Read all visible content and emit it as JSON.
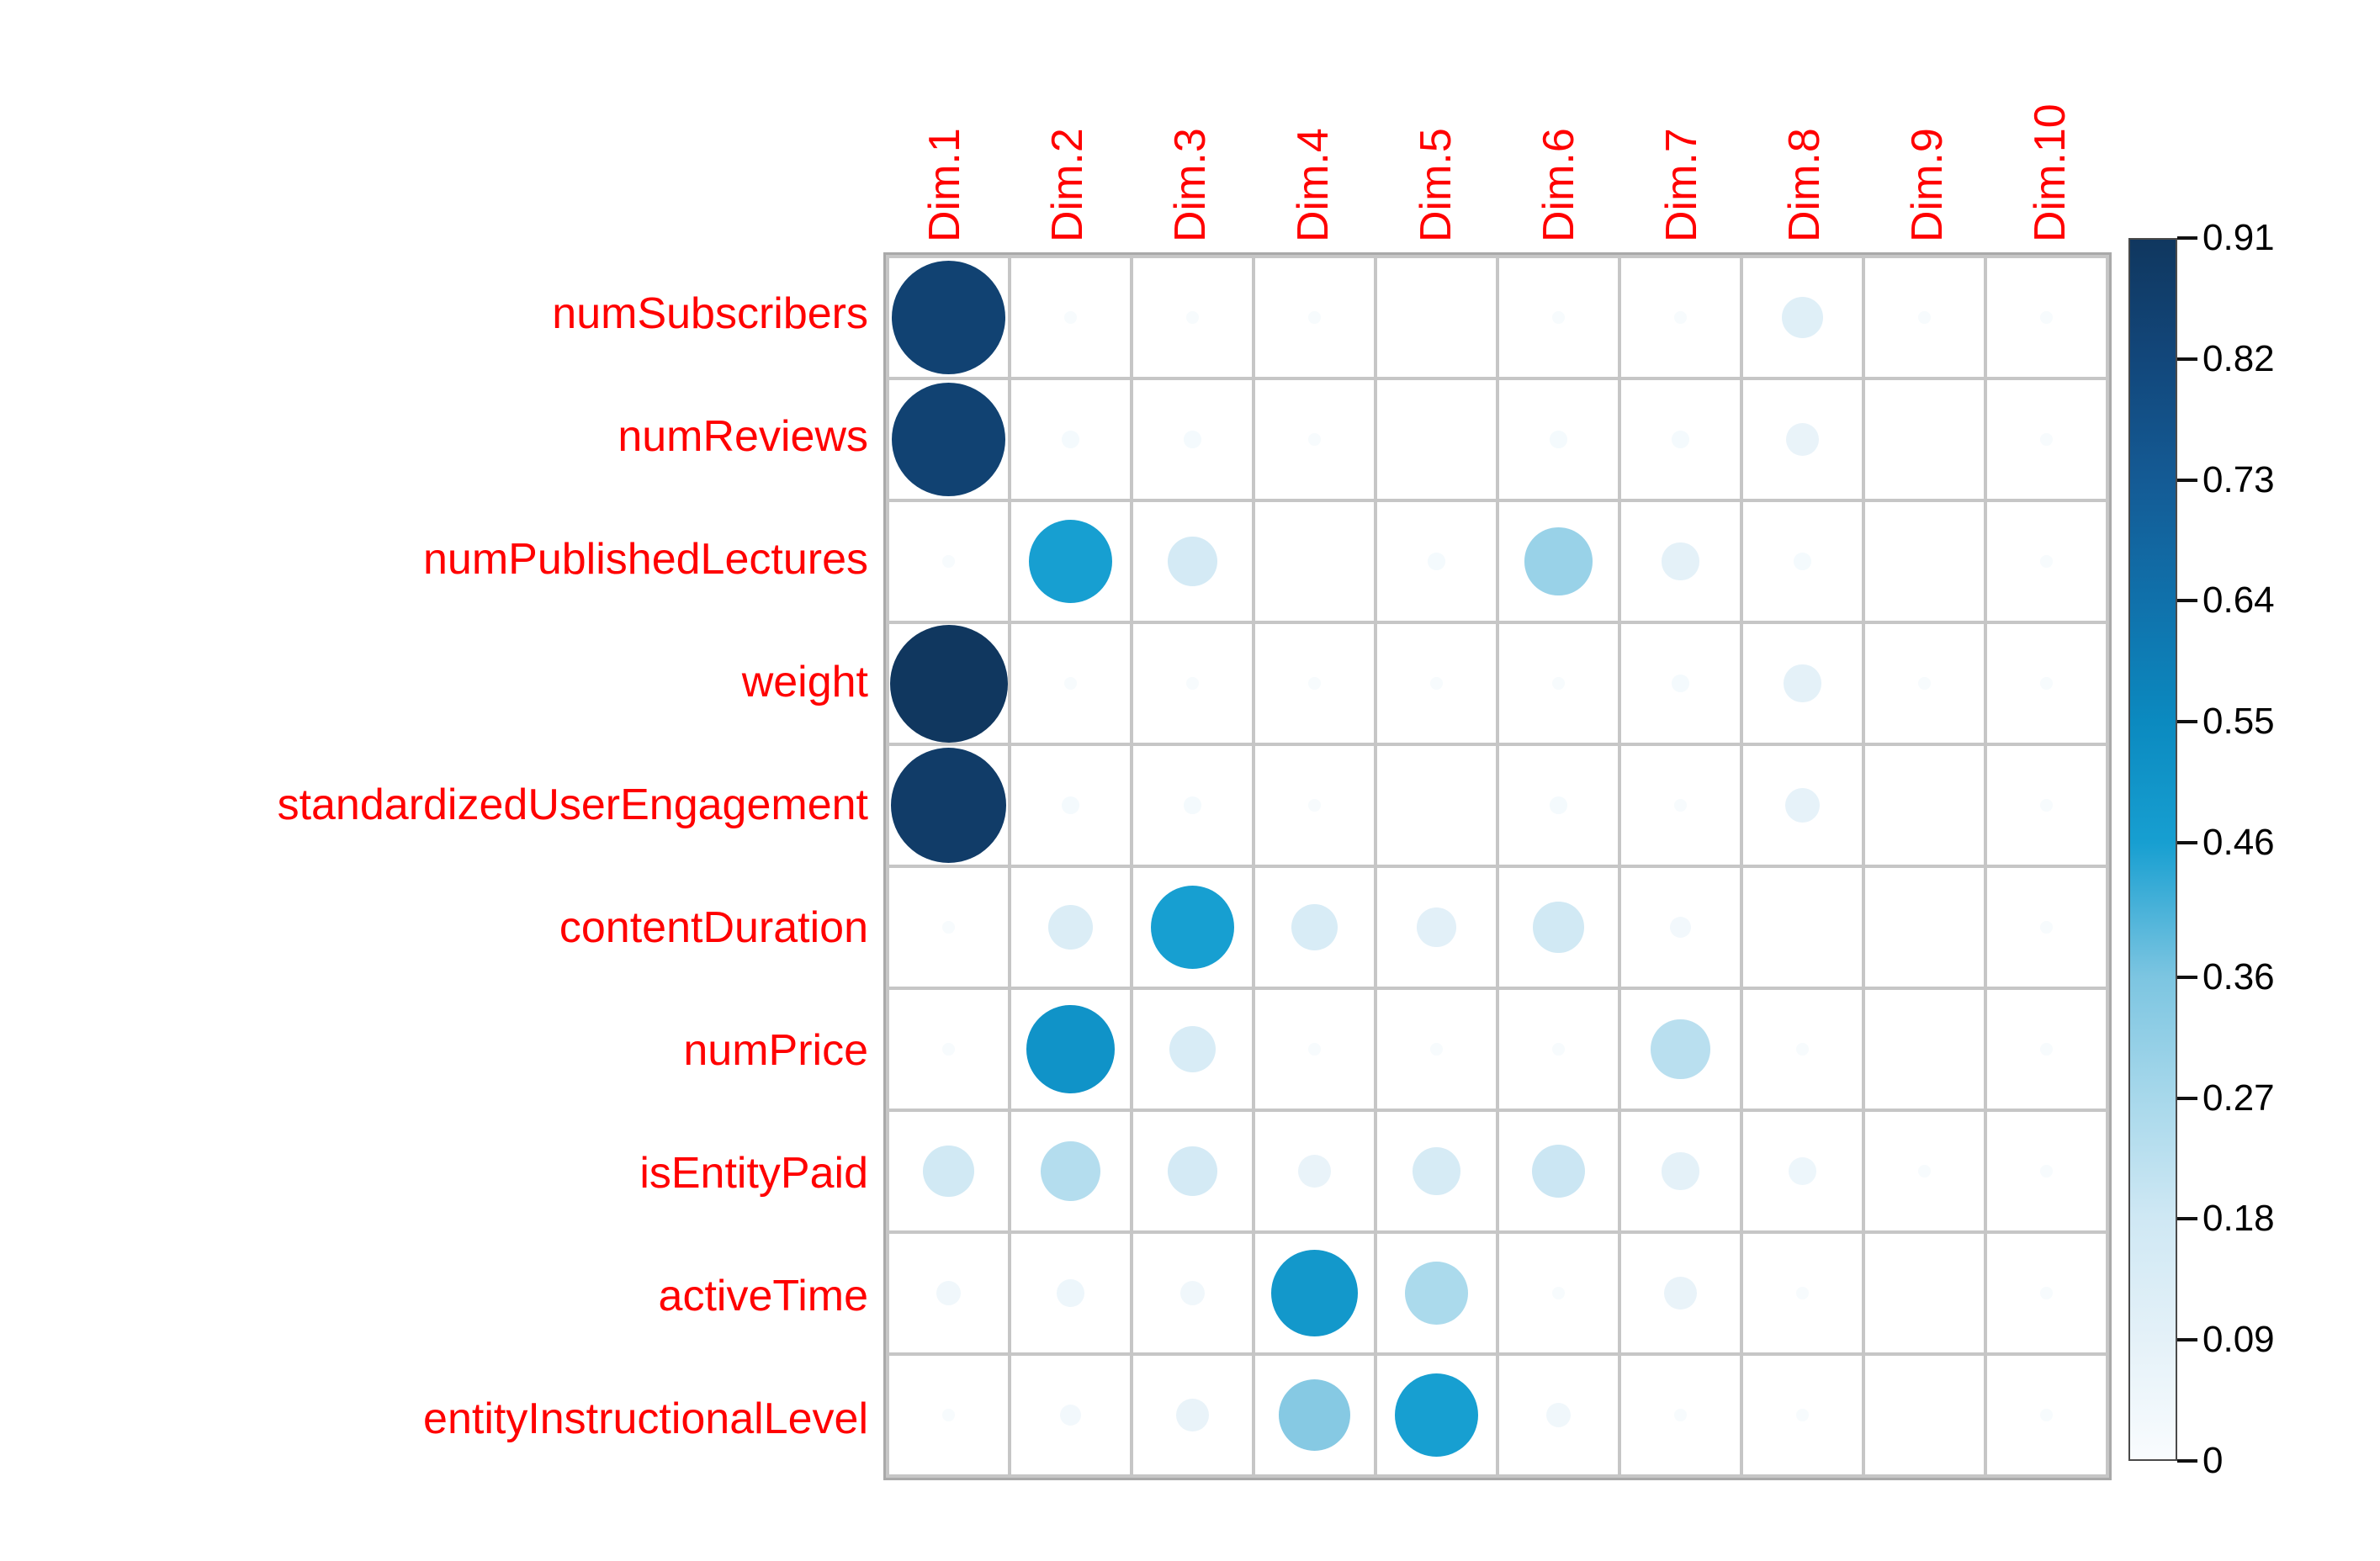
{
  "chart_data": {
    "type": "heatmap",
    "style": "correlation-bubble-matrix",
    "title": "",
    "xlabel": "",
    "ylabel": "",
    "columns": [
      "Dim.1",
      "Dim.2",
      "Dim.3",
      "Dim.4",
      "Dim.5",
      "Dim.6",
      "Dim.7",
      "Dim.8",
      "Dim.9",
      "Dim.10"
    ],
    "rows": [
      "numSubscribers",
      "numReviews",
      "numPublishedLectures",
      "weight",
      "standardizedUserEngagement",
      "contentDuration",
      "numPrice",
      "isEntityPaid",
      "activeTime",
      "entityInstructionalLevel"
    ],
    "values": [
      [
        0.85,
        0.01,
        0.01,
        0.01,
        0.0,
        0.01,
        0.01,
        0.11,
        0.01,
        0.01
      ],
      [
        0.85,
        0.02,
        0.02,
        0.01,
        0.0,
        0.02,
        0.02,
        0.07,
        0.0,
        0.01
      ],
      [
        0.01,
        0.46,
        0.16,
        0.0,
        0.02,
        0.3,
        0.09,
        0.02,
        0.0,
        0.01
      ],
      [
        0.91,
        0.01,
        0.01,
        0.01,
        0.01,
        0.01,
        0.02,
        0.09,
        0.01,
        0.01
      ],
      [
        0.88,
        0.02,
        0.02,
        0.01,
        0.0,
        0.02,
        0.01,
        0.08,
        0.0,
        0.01
      ],
      [
        0.01,
        0.13,
        0.46,
        0.14,
        0.1,
        0.17,
        0.03,
        0.0,
        0.0,
        0.01
      ],
      [
        0.01,
        0.51,
        0.14,
        0.01,
        0.01,
        0.01,
        0.23,
        0.01,
        0.0,
        0.01
      ],
      [
        0.17,
        0.24,
        0.16,
        0.07,
        0.15,
        0.19,
        0.09,
        0.05,
        0.01,
        0.01
      ],
      [
        0.04,
        0.05,
        0.04,
        0.49,
        0.26,
        0.01,
        0.07,
        0.01,
        0.0,
        0.01
      ],
      [
        0.01,
        0.03,
        0.07,
        0.34,
        0.46,
        0.04,
        0.01,
        0.01,
        0.0,
        0.01
      ]
    ],
    "vmin": 0,
    "vmax": 0.91,
    "grid": true,
    "legend": {
      "position": "right",
      "tick_labels": [
        "0.91",
        "0.82",
        "0.73",
        "0.64",
        "0.55",
        "0.46",
        "0.36",
        "0.27",
        "0.18",
        "0.09",
        "0"
      ],
      "tick_values": [
        0.91,
        0.82,
        0.73,
        0.64,
        0.55,
        0.46,
        0.36,
        0.27,
        0.18,
        0.09,
        0
      ]
    },
    "colors": {
      "label_text": "#ff0000",
      "tick_text": "#000000",
      "grid_line": "#c6c6c6",
      "grid_border": "#a9a9a9",
      "colormap_stops": [
        {
          "v": 0.0,
          "c": "#f9fcfe"
        },
        {
          "v": 0.09,
          "c": "#e4f1f8"
        },
        {
          "v": 0.18,
          "c": "#cfe8f4"
        },
        {
          "v": 0.27,
          "c": "#a7d8eb"
        },
        {
          "v": 0.36,
          "c": "#7cc5e1"
        },
        {
          "v": 0.46,
          "c": "#179fd1"
        },
        {
          "v": 0.55,
          "c": "#0b8ac0"
        },
        {
          "v": 0.64,
          "c": "#1071ab"
        },
        {
          "v": 0.73,
          "c": "#145b95"
        },
        {
          "v": 0.82,
          "c": "#12477b"
        },
        {
          "v": 0.91,
          "c": "#10375f"
        }
      ]
    }
  }
}
